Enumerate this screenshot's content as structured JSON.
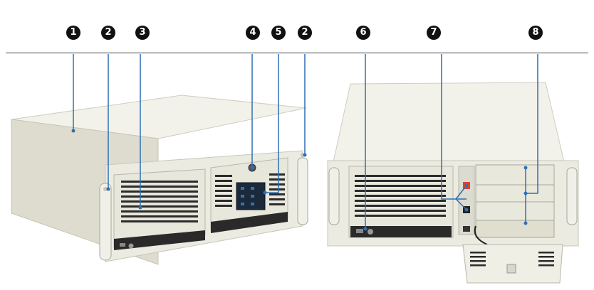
{
  "callouts": [
    {
      "id": "c1",
      "label": "1"
    },
    {
      "id": "c2a",
      "label": "2"
    },
    {
      "id": "c3",
      "label": "3"
    },
    {
      "id": "c4",
      "label": "4"
    },
    {
      "id": "c5",
      "label": "5"
    },
    {
      "id": "c2b",
      "label": "2"
    },
    {
      "id": "c6",
      "label": "6"
    },
    {
      "id": "c7",
      "label": "7"
    },
    {
      "id": "c8",
      "label": "8"
    }
  ],
  "colors": {
    "chassis": "#ecebe1",
    "chassis_side": "#dedccf",
    "chassis_top": "#f3f2ea",
    "leader": "#2e6fb5",
    "panel_dark": "#222222",
    "power_button": "#e0402a"
  }
}
